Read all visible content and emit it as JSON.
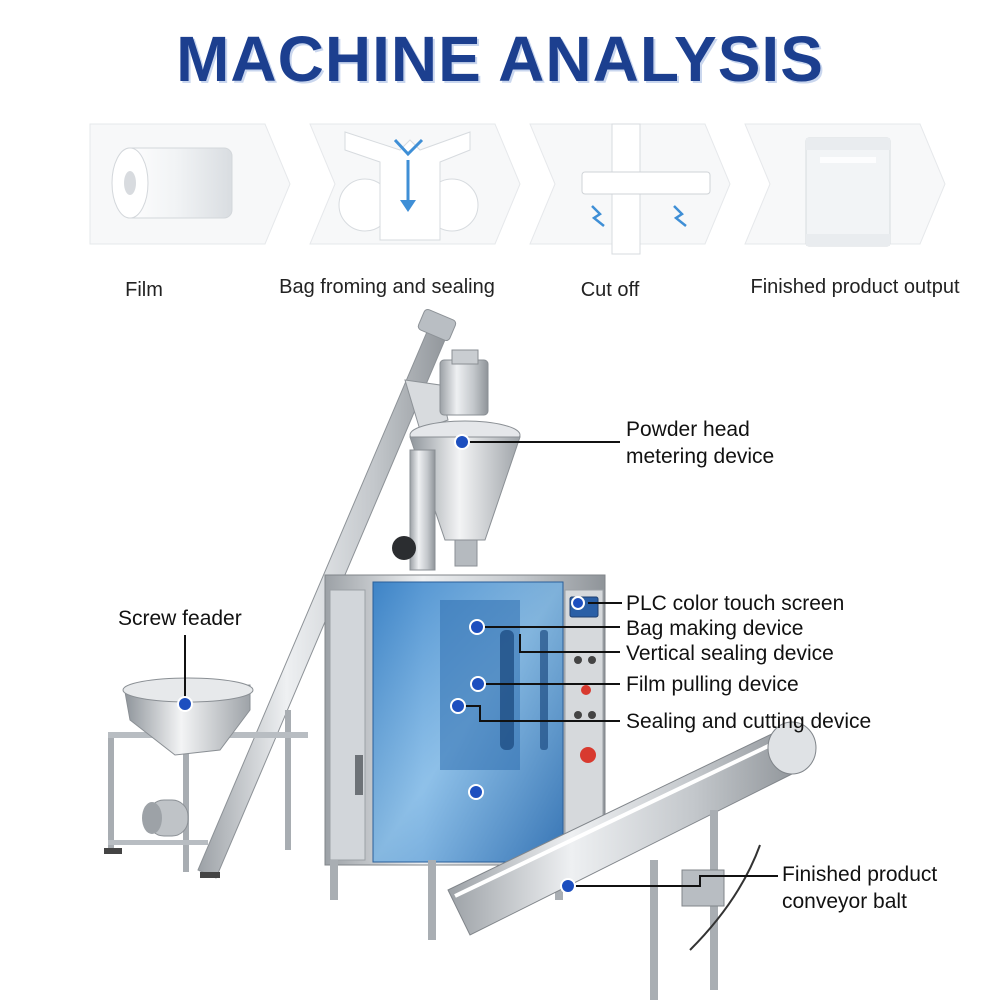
{
  "title": "MACHINE ANALYSIS",
  "steps": [
    {
      "label": "Film",
      "icon": "film-roll-icon"
    },
    {
      "label": "Bag froming and sealing",
      "icon": "bag-forming-icon"
    },
    {
      "label": "Cut off",
      "icon": "cut-off-icon"
    },
    {
      "label": "Finished product output",
      "icon": "finished-bag-icon"
    }
  ],
  "callouts": {
    "powder_head": [
      "Powder head",
      "metering device"
    ],
    "plc": "PLC color touch screen",
    "bag_making": "Bag making device",
    "vertical_sealing": "Vertical sealing device",
    "film_pulling": "Film pulling device",
    "sealing_cutting": "Sealing and cutting device",
    "screw_feeder": "Screw feader",
    "conveyor": [
      "Finished product",
      "conveyor balt"
    ]
  },
  "colors": {
    "title": "#1c3f8f",
    "marker": "#1d4fbf",
    "glass": "#4a8fd0",
    "steel": "#c4c8cc"
  }
}
